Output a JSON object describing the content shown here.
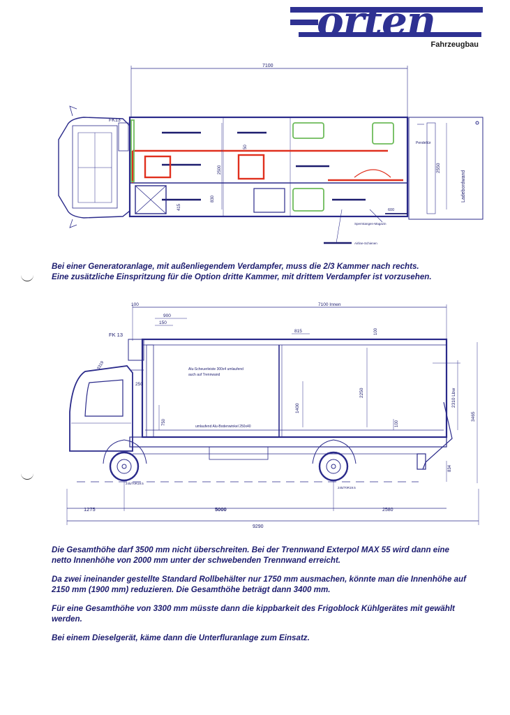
{
  "brand": {
    "logo_text": "orten",
    "subtitle": "Fahrzeugbau",
    "color": "#2e3192"
  },
  "top_drawing": {
    "dim_length": "7100",
    "fk_label": "FK13",
    "dim_width": "2500",
    "dim_rear": "2550",
    "dim_830": "830",
    "dim_415": "415",
    "dim_50": "50",
    "dim_600": "600",
    "label_pendeltuer": "Pendeltür",
    "label_ladebordwand": "Ladebordwand",
    "label_sperrstangen": "Sperrstangen-Magazin",
    "label_airline": "Airline-Schienen"
  },
  "caption_top": {
    "line1": "Bei einer Generatoranlage, mit außenliegendem Verdampfer, muss die 2/3 Kammer nach rechts.",
    "line2": "Eine zusätzliche Einspritzung für die Option dritte Kammer, mit drittem Verdampfer ist vorzusehen."
  },
  "side_drawing": {
    "dim_100": "100",
    "dim_inner": "7100 Innen",
    "dim_900": "900",
    "dim_150": "150",
    "dim_815": "815",
    "dim_100b": "100",
    "fk_label": "FK 13",
    "dim_3319": "3319",
    "dim_250": "250",
    "label_alu_scheuer": "Alu-Scheuerleiste 300x4 umlaufend",
    "label_alu_scheuer2": "auch auf Trennwand",
    "dim_2250": "2250",
    "dim_1400": "1400",
    "dim_2310": "2310 Lbw",
    "dim_3465": "3465",
    "dim_750": "750",
    "label_boden": "umlaufend Alu-Bodenwinkel 250x40",
    "dim_100c": "100",
    "dim_834": "834",
    "dim_1275": "1275",
    "dim_5000": "5000",
    "dim_2580": "2580",
    "dim_9290": "9290",
    "tire_left": "245/70R19.5",
    "tire_right": "245/70R19.5"
  },
  "body_text": {
    "p1": "Die Gesamthöhe darf 3500 mm nicht überschreiten. Bei der Trennwand Exterpol MAX 55 wird dann eine netto Innenhöhe von 2000 mm unter der schwebenden Trennwand erreicht.",
    "p2": "Da zwei ineinander gestellte Standard Rollbehälter nur 1750 mm ausmachen, könnte man die Innenhöhe auf 2150 mm (1900 mm) reduzieren. Die Gesamthöhe beträgt dann 3400 mm.",
    "p3": "Für eine Gesamthöhe von 3300 mm müsste dann die kippbarkeit des Frigoblock Kühlgerätes mit gewählt werden.",
    "p4": "Bei einem Dieselgerät, käme dann die Unterfluranlage zum Einsatz."
  },
  "colors": {
    "ink": "#1c1c6e",
    "outline": "#2a2a8a",
    "red": "#e0301e",
    "green": "#6dbb5a"
  }
}
